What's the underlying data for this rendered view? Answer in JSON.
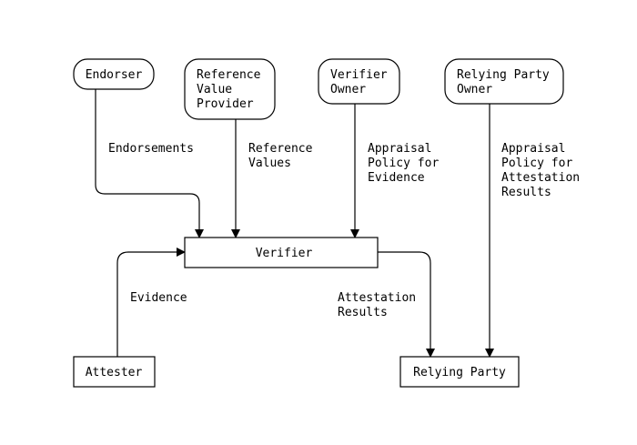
{
  "diagram": {
    "nodes": {
      "endorser": {
        "lines": [
          "Endorser"
        ]
      },
      "reference_value_provider": {
        "lines": [
          "Reference",
          "Value",
          "Provider"
        ]
      },
      "verifier_owner": {
        "lines": [
          "Verifier",
          "Owner"
        ]
      },
      "relying_party_owner": {
        "lines": [
          "Relying Party",
          "Owner"
        ]
      },
      "verifier": {
        "lines": [
          "Verifier"
        ]
      },
      "attester": {
        "lines": [
          "Attester"
        ]
      },
      "relying_party": {
        "lines": [
          "Relying Party"
        ]
      }
    },
    "edges": {
      "endorsements": {
        "lines": [
          "Endorsements"
        ]
      },
      "reference_values": {
        "lines": [
          "Reference",
          "Values"
        ]
      },
      "appraisal_policy_evidence": {
        "lines": [
          "Appraisal",
          "Policy for",
          "Evidence"
        ]
      },
      "appraisal_policy_results": {
        "lines": [
          "Appraisal",
          "Policy for",
          "Attestation",
          "Results"
        ]
      },
      "evidence": {
        "lines": [
          "Evidence"
        ]
      },
      "attestation_results": {
        "lines": [
          "Attestation",
          "Results"
        ]
      }
    }
  }
}
